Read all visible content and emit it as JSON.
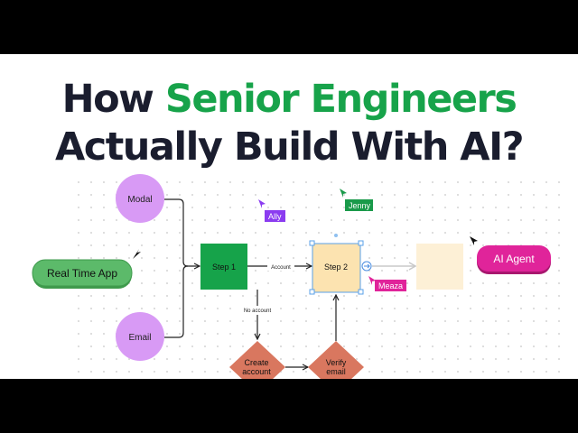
{
  "title": {
    "line1_prefix": "How ",
    "line1_accent": "Senior Engineers",
    "line2": "Actually Build With AI?"
  },
  "diagram": {
    "inputs": {
      "modal": "Modal",
      "email": "Email"
    },
    "source": "Real Time App",
    "step1": "Step 1",
    "step2": "Step 2",
    "edge_account": "Account",
    "edge_no_account": "No account",
    "create_account_line1": "Create",
    "create_account_line2": "account",
    "verify_email_line1": "Verify",
    "verify_email_line2": "email",
    "ai_agent": "AI Agent"
  },
  "cursors": [
    {
      "label": "Ally",
      "color": "#8b3cf0"
    },
    {
      "label": "Jenny",
      "color": "#1a9a4a"
    },
    {
      "label": "Meaza",
      "color": "#e0249a"
    }
  ],
  "colors": {
    "accent": "#17a34a",
    "title": "#1a1d2e",
    "purple_node": "#d89af5",
    "step1": "#16a34a",
    "step2": "#fce3b0",
    "diamond": "#d9775f",
    "ai_agent": "#e0249a",
    "source_pill": "#5cba6a"
  }
}
